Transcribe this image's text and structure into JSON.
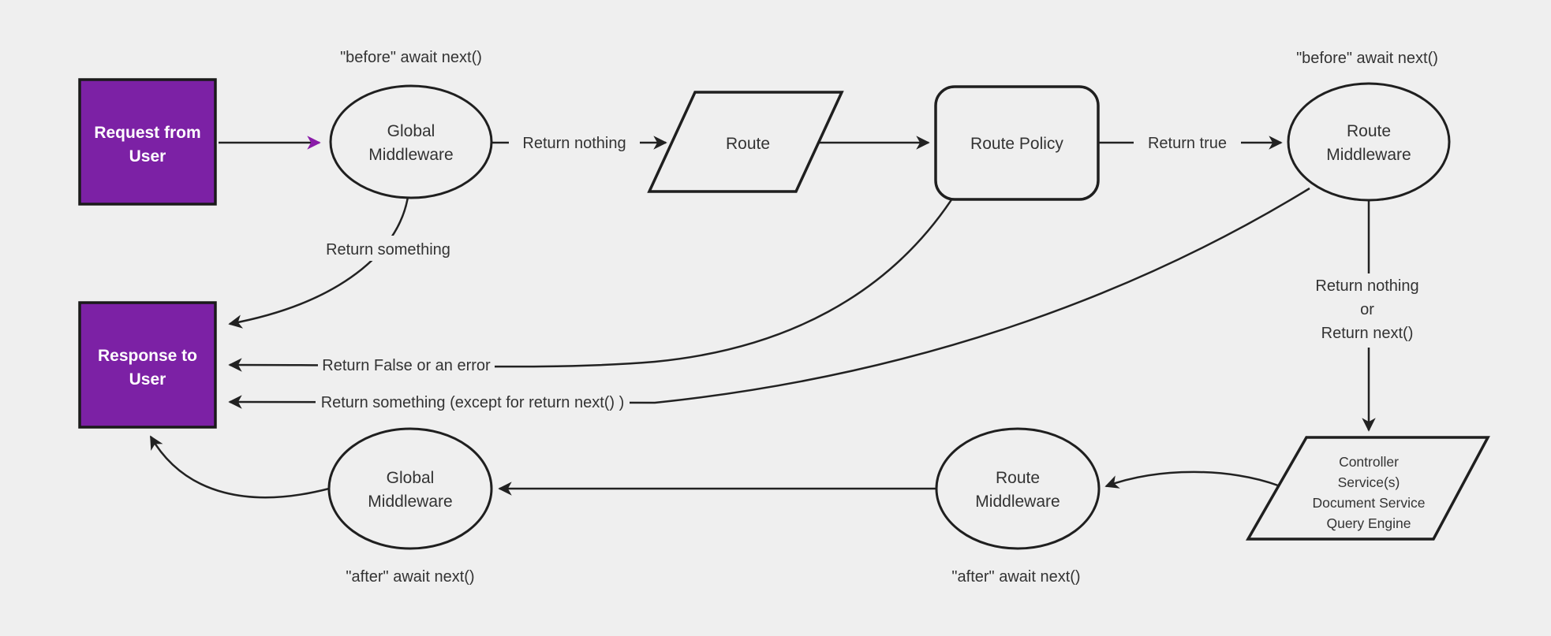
{
  "diagram": {
    "description": "Middleware request flow diagram"
  },
  "colors": {
    "background": "#efefef",
    "node_stroke": "#1f1f1f",
    "edge_stroke": "#222222",
    "text": "#333333",
    "purple_fill": "#7c21a5",
    "purple_border": "#1a1a1a",
    "purple_arrow": "#8a1ba8",
    "white_text": "#ffffff"
  },
  "nodes": {
    "request": {
      "lines": [
        "Request from",
        "User"
      ]
    },
    "global_mw_top": {
      "lines": [
        "Global",
        "Middleware"
      ]
    },
    "route": {
      "label": "Route"
    },
    "route_policy": {
      "label": "Route Policy"
    },
    "route_mw_top": {
      "lines": [
        "Route",
        "Middleware"
      ]
    },
    "response": {
      "lines": [
        "Response to",
        "User"
      ]
    },
    "controller": {
      "lines": [
        "Controller",
        "Service(s)",
        "Document Service",
        "Query Engine"
      ]
    },
    "route_mw_bottom": {
      "lines": [
        "Route",
        "Middleware"
      ]
    },
    "global_mw_bottom": {
      "lines": [
        "Global",
        "Middleware"
      ]
    }
  },
  "edge_labels": {
    "before_top_left": "\"before\" await next()",
    "before_top_right": "\"before\" await next()",
    "return_nothing": "Return nothing",
    "return_true": "Return true",
    "return_something": "Return something",
    "return_false": "Return False or an error",
    "return_something_except": "Return something (except for return next() )",
    "return_nothing_or": [
      "Return nothing",
      "or",
      "Return next()"
    ],
    "after_bottom_left": "\"after\" await next()",
    "after_bottom_right": "\"after\" await next()"
  }
}
